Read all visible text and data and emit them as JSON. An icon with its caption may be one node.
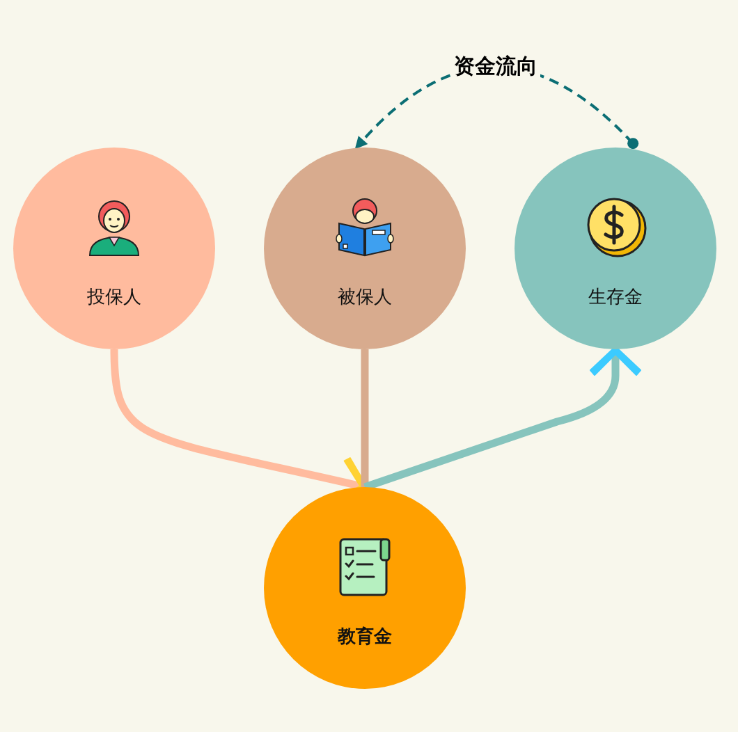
{
  "diagram": {
    "nodes": [
      {
        "text": [
          "投保人"
        ]
      },
      {
        "text": [
          "被保人"
        ]
      },
      {
        "text": [
          "生存金"
        ]
      },
      {
        "text": [
          "教育金"
        ]
      }
    ],
    "edges": [
      {
        "from": 0,
        "to": 3,
        "arrow": "to",
        "color": "#ffbb9e"
      },
      {
        "from": 1,
        "to": 3,
        "arrow": "none",
        "color": "#d8ab8e"
      },
      {
        "from": 3,
        "to": 2,
        "arrow": "to",
        "color": "#86c4bd"
      },
      {
        "from": 2,
        "to": 1,
        "arrow": "to",
        "label": "资金流向",
        "style": "dashed",
        "color": "#0b6e74"
      }
    ]
  }
}
